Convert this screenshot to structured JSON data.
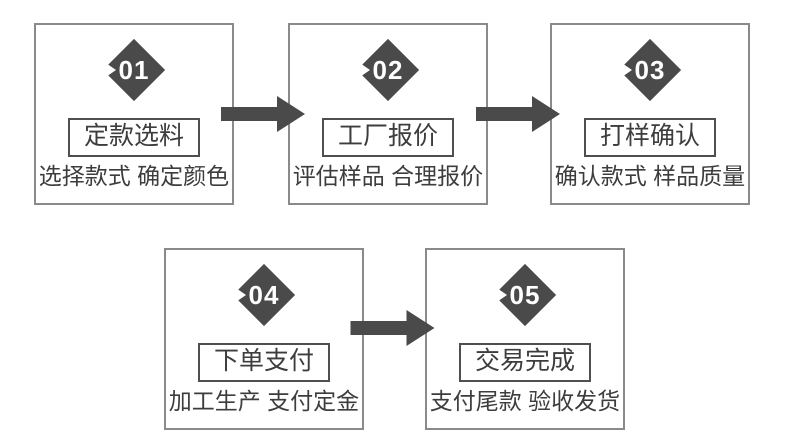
{
  "diagram": {
    "type": "process-flow",
    "steps": [
      {
        "number": "01",
        "title": "定款选料",
        "subtitle": "选择款式 确定颜色"
      },
      {
        "number": "02",
        "title": "工厂报价",
        "subtitle": "评估样品 合理报价"
      },
      {
        "number": "03",
        "title": "打样确认",
        "subtitle": "确认款式 样品质量"
      },
      {
        "number": "04",
        "title": "下单支付",
        "subtitle": "加工生产 支付定金"
      },
      {
        "number": "05",
        "title": "交易完成",
        "subtitle": "支付尾款 验收发货"
      }
    ],
    "connections": [
      {
        "from": "01",
        "to": "02"
      },
      {
        "from": "02",
        "to": "03"
      },
      {
        "from": "04",
        "to": "05"
      }
    ]
  },
  "colors": {
    "diamond": "#4a4a4a",
    "arrow": "#4a4a4a",
    "box_border": "#8a8a8a",
    "title_border": "#4f4f4f",
    "text": "#3d3d3d",
    "number_text": "#ffffff",
    "background": "#ffffff"
  }
}
